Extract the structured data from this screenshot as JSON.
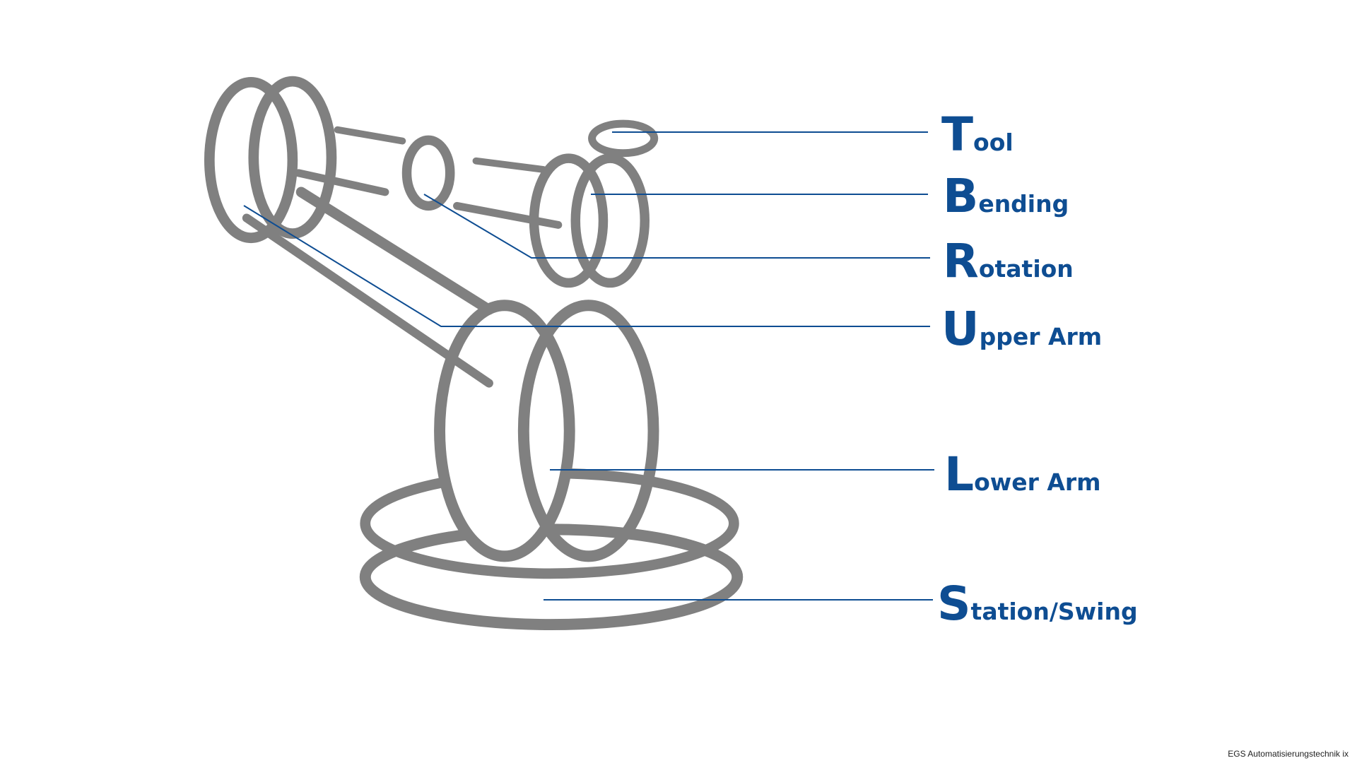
{
  "labels": [
    {
      "initial": "T",
      "rest": "ool"
    },
    {
      "initial": "B",
      "rest": "ending"
    },
    {
      "initial": "R",
      "rest": "otation"
    },
    {
      "initial": "U",
      "rest": "pper Arm"
    },
    {
      "initial": "L",
      "rest": "ower Arm"
    },
    {
      "initial": "S",
      "rest": "tation/Swing"
    }
  ],
  "footer": "EGS Automatisierungstechnik ix",
  "colors": {
    "robot": "#808080",
    "accent": "#0e4d92"
  }
}
